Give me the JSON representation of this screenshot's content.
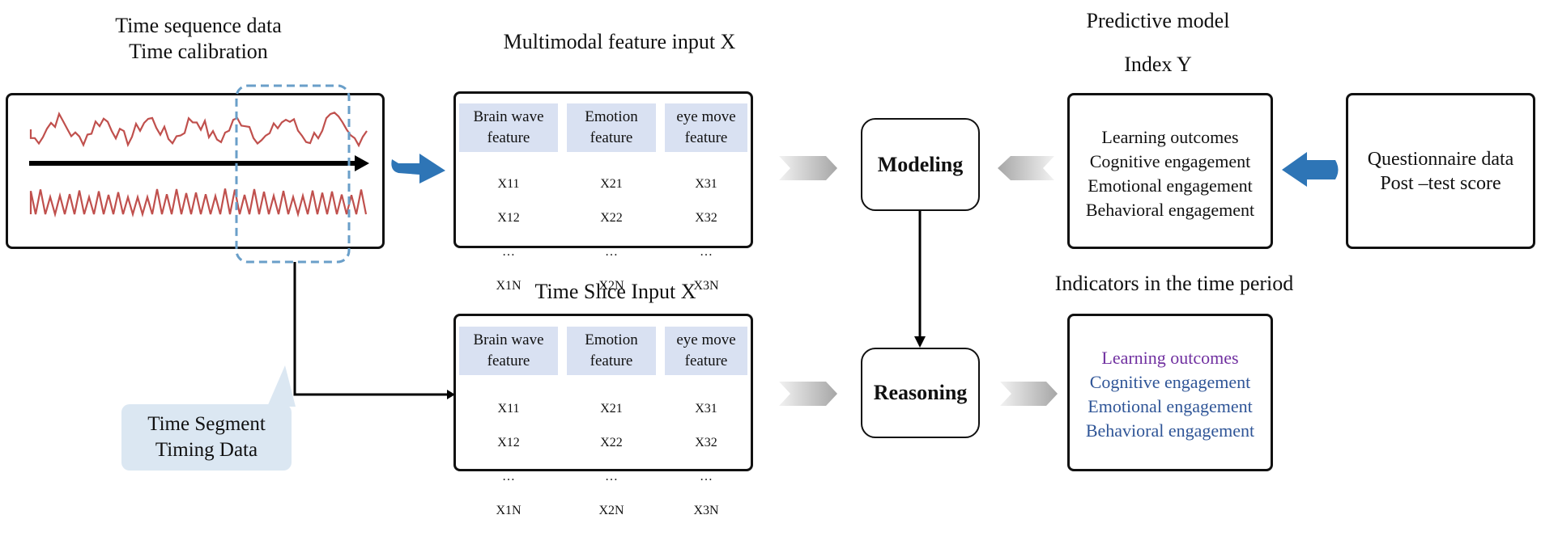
{
  "left_title": [
    "Time sequence  data",
    "Time calibration"
  ],
  "multimodal_title": "Multimodal feature input X",
  "time_slice_title": "Time Slice Input X",
  "predictive_title": "Predictive model",
  "index_title": "Index Y",
  "indicators_title": "Indicators in the time period",
  "features": [
    {
      "label": "Brain wave feature",
      "values": [
        "X11",
        "X12",
        "…",
        "X1N"
      ]
    },
    {
      "label": "Emotion feature",
      "values": [
        "X21",
        "X22",
        "…",
        "X2N"
      ]
    },
    {
      "label": "eye move feature",
      "values": [
        "X31",
        "X32",
        "…",
        "X3N"
      ]
    }
  ],
  "modeling_label": "Modeling",
  "reasoning_label": "Reasoning",
  "index_items": [
    "Learning outcomes",
    "Cognitive engagement",
    "Emotional engagement",
    "Behavioral engagement"
  ],
  "questionnaire": [
    "Questionnaire data",
    "Post –test score"
  ],
  "indicator_items": [
    "Learning outcomes",
    "Cognitive engagement",
    "Emotional engagement",
    "Behavioral engagement"
  ],
  "callout": [
    "Time Segment",
    "Timing Data"
  ],
  "colors": {
    "signal": "#c0504d",
    "blue_arrow": "#2e75b6",
    "dashed": "#6a9fc9",
    "feature_fill": "#d9e1f2",
    "callout_fill": "#dbe7f2",
    "indicator_purple": "#7030a0",
    "indicator_blue": "#2f5597"
  }
}
